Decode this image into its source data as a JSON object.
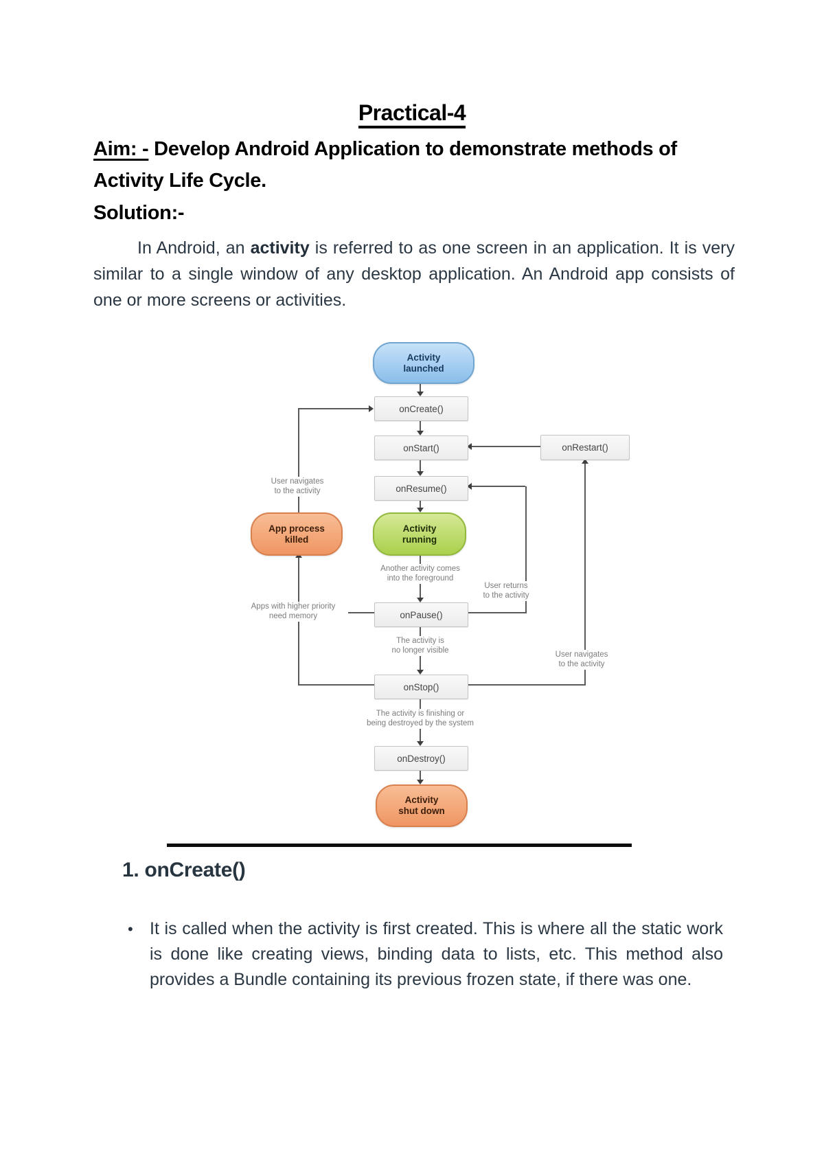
{
  "document": {
    "title": "Practical-4",
    "aim": {
      "label": "Aim: -",
      "text": " Develop Android Application to demonstrate methods of Activity Life Cycle."
    },
    "solution_label": "Solution:-",
    "intro": {
      "pre": "In Android, an ",
      "bold": "activity",
      "post": " is referred to as one screen in an application. It is very similar to a single window of any desktop application. An Android app consists of one or more screens or activities."
    },
    "section1": {
      "heading": "1. onCreate()",
      "bullet_marker": "•",
      "bullets": [
        "It is called when the activity is first created. This is where all the static work is done like creating views, binding data to lists, etc. This method also provides a Bundle containing its previous frozen state, if there was one."
      ]
    }
  },
  "diagram": {
    "nodes": {
      "activity_launched": "Activity\nlaunched",
      "on_create": "onCreate()",
      "on_start": "onStart()",
      "on_restart": "onRestart()",
      "on_resume": "onResume()",
      "activity_running": "Activity\nrunning",
      "app_process_killed": "App process\nkilled",
      "on_pause": "onPause()",
      "on_stop": "onStop()",
      "on_destroy": "onDestroy()",
      "activity_shut_down": "Activity\nshut down"
    },
    "labels": {
      "user_navigates_left": "User navigates\nto the activity",
      "apps_priority": "Apps with higher priority\nneed memory",
      "another_activity": "Another activity comes\ninto the foreground",
      "user_returns": "User returns\nto the activity",
      "activity_not_visible": "The activity is\nno longer visible",
      "user_navigates_right": "User navigates\nto the activity",
      "activity_finishing": "The activity is finishing or\nbeing destroyed by the system"
    },
    "colors": {
      "node_blue": "#8abeea",
      "node_green": "#aad04c",
      "node_orange": "#ef9663",
      "box_grey": "#f0f0f0",
      "connector": "#5a5a5a"
    }
  }
}
